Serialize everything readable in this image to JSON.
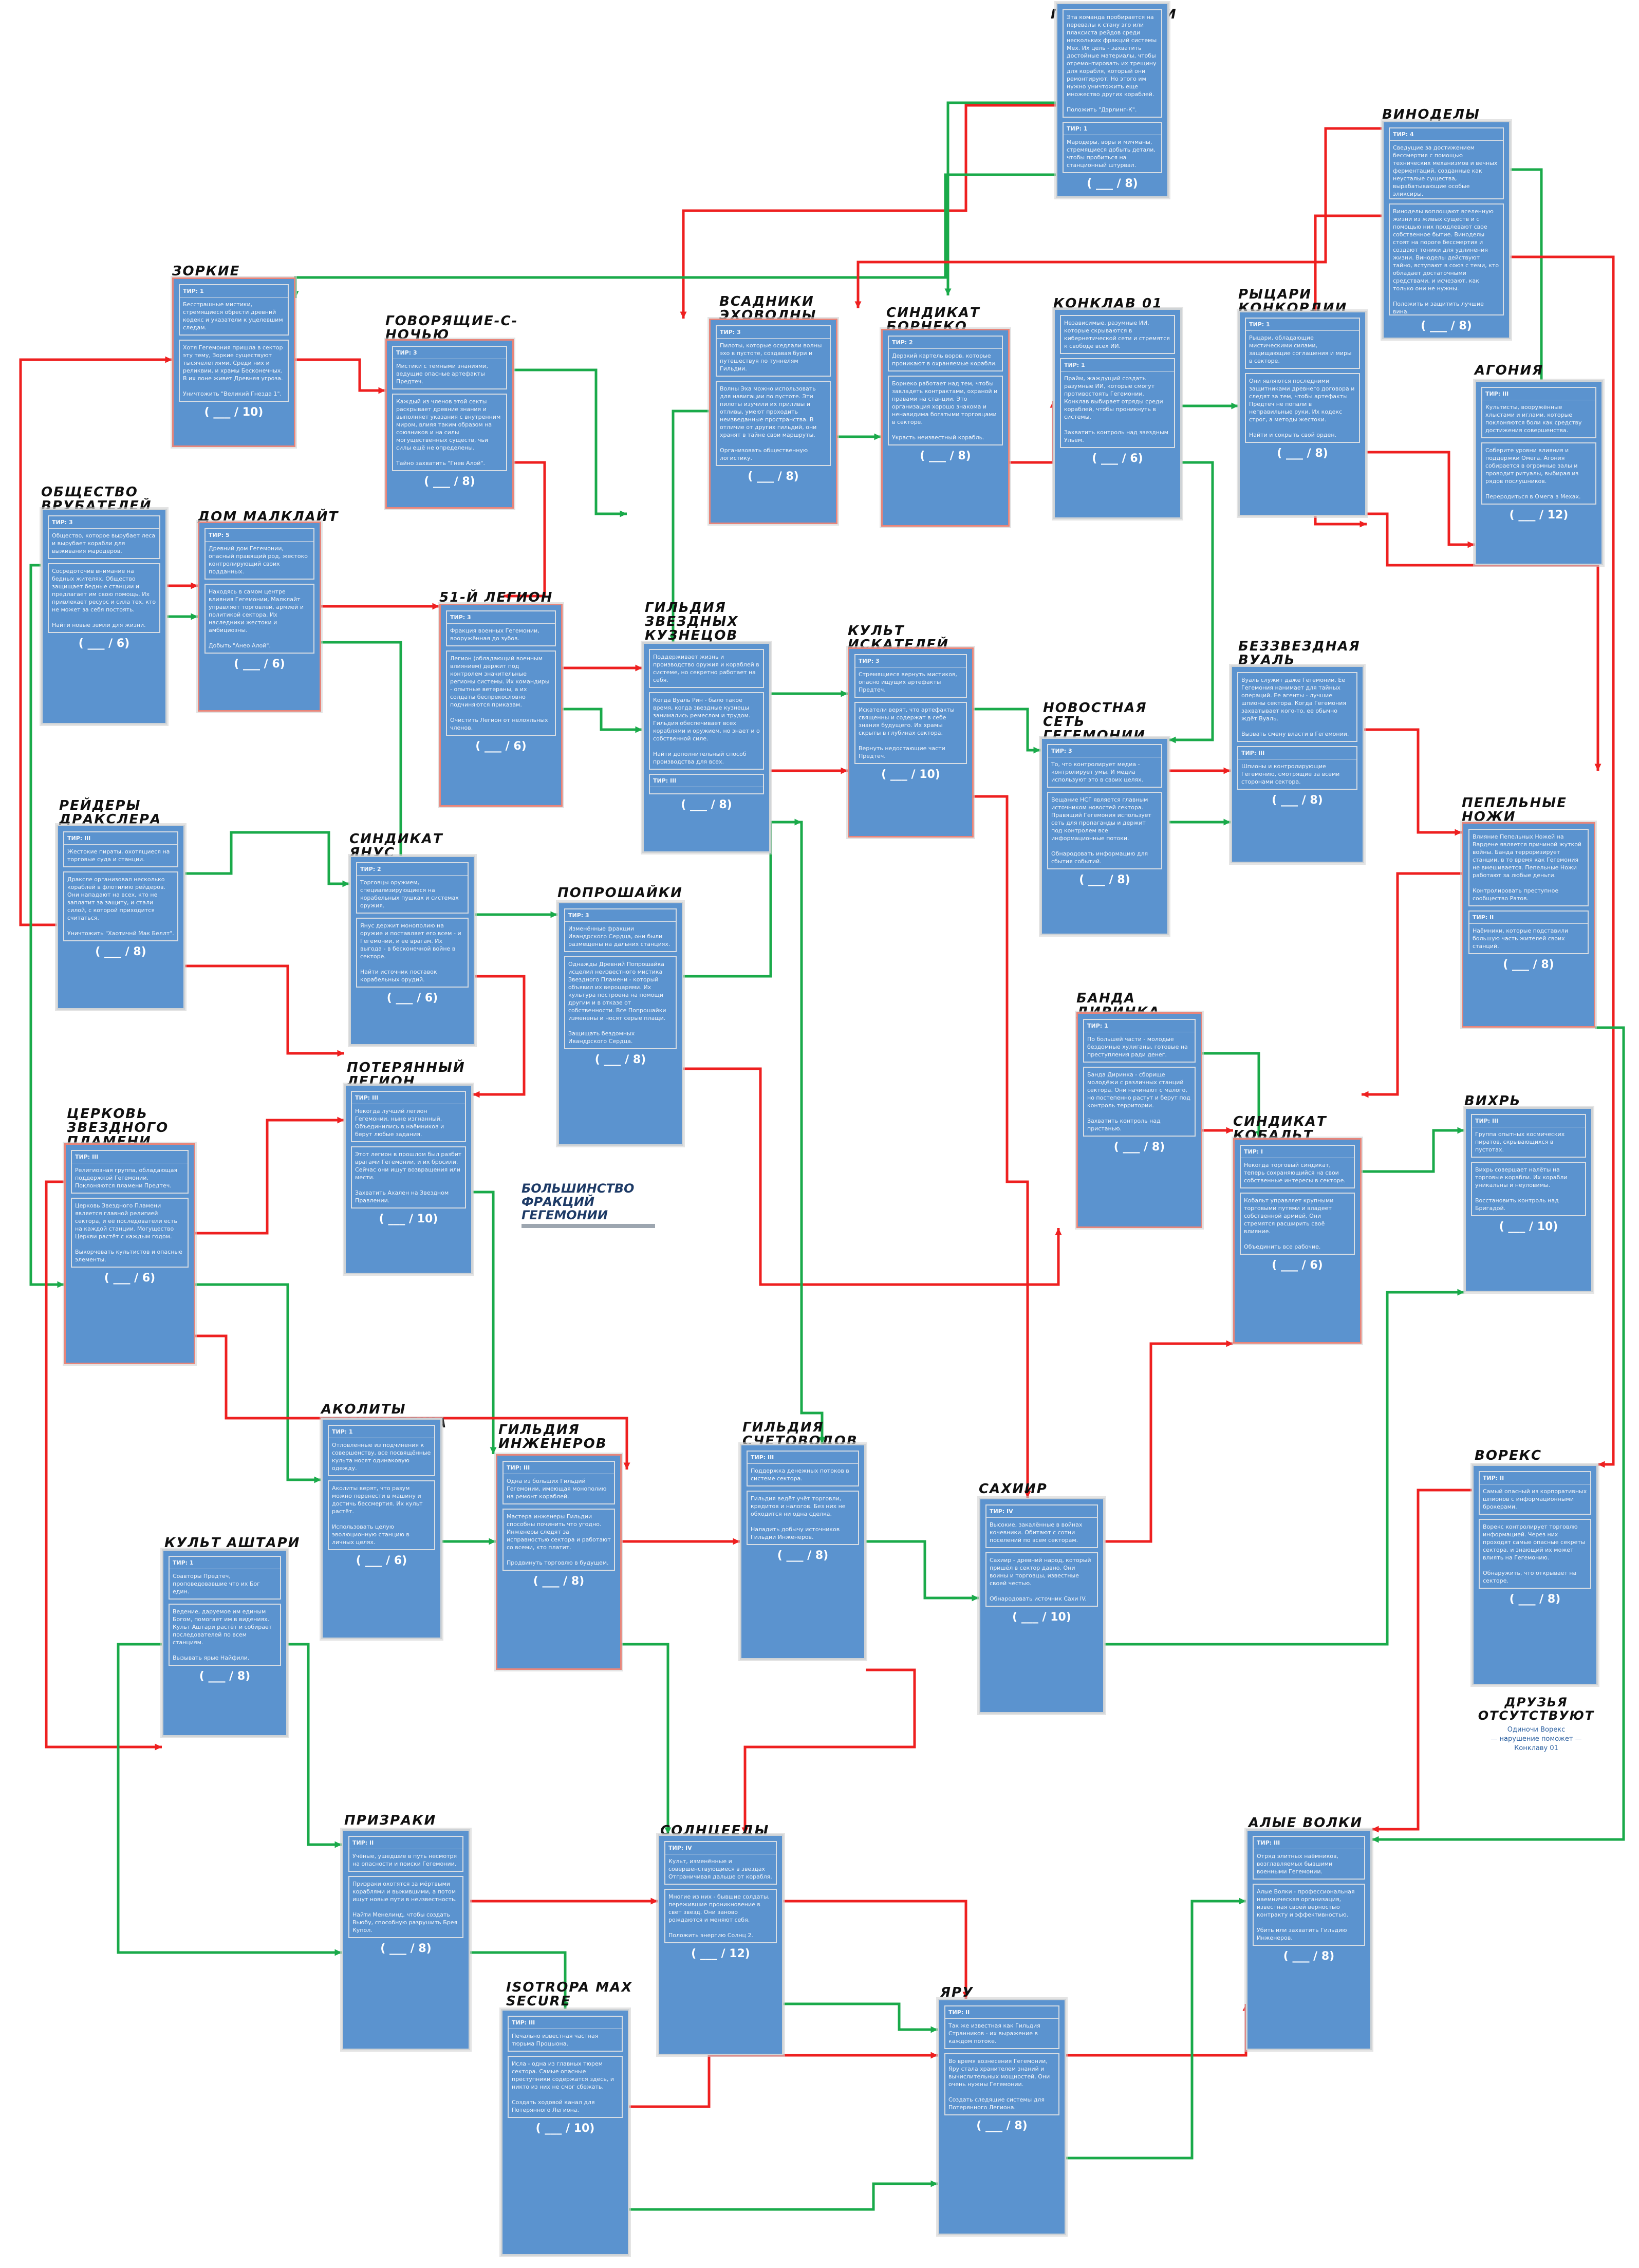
{
  "groups": [
    {
      "id": "scavengers",
      "title": "ПАДАЛЬЩИКИ",
      "red": false,
      "blocks": [
        {
          "tier": "",
          "text": "Эта команда пробирается на перевалы к стану эго или плаксиста рейдов среди нескольких фракций системы Мех. Их цель - захватить достойные материалы, чтобы отремонтировать их трещину для корабля, который они ремонтируют. Но этого им нужно уничтожить еще множество других кораблей.\n\nПоложить \"Дэрлинг-К\"."
        },
        {
          "tier": "ТИР: 1",
          "text": "Мародеры, воры и мичманы, стремящиеся добыть детали, чтобы пробиться на станционный штурвал."
        }
      ],
      "score": "( ___ / 8)"
    },
    {
      "id": "vintners",
      "title": "ВИНОДЕЛЫ",
      "red": false,
      "blocks": [
        {
          "tier": "ТИР: 4",
          "text": "Сведущие за достижением бессмертия с помощью технических механизмов и вечных ферментаций, созданные как неусталые существа, вырабатывающие особые эликсиры."
        },
        {
          "tier": "",
          "text": "Виноделы воплощают вселенную жизни из живых существ и с помощью них продлевают свое собственное бытие. Виноделы стоят на пороге бессмертия и создают тоники для удлинения жизни. Виноделы действуют тайно, вступают в союз с теми, кто обладает достаточными средствами, и исчезают, как только они не нужны.\n\nПоложить и защитить лучшие вина."
        }
      ],
      "score": "( ___ / 8)"
    },
    {
      "id": "keen",
      "title": "ЗОРКИЕ",
      "red": true,
      "blocks": [
        {
          "tier": "ТИР: 1",
          "text": "Бесстрашные мистики, стремящиеся обрести древний кодекс и указатели к уцелевшим следам."
        },
        {
          "tier": "",
          "text": "Хотя Гегемония пришла в сектор эту тему, Зоркие существуют тысячелетиями. Среди них и реликвии, и храмы Бесконечных. В их лоне живет Древняя угроза.\n\nУничтожить \"Великий Гнезда 1\"."
        }
      ],
      "score": "( ___ / 10)"
    },
    {
      "id": "night_speakers",
      "title": "ГОВОРЯЩИЕ-С-\nНОЧЬЮ",
      "red": true,
      "blocks": [
        {
          "tier": "ТИР: 3",
          "text": "Мистики с темными знаниями, ведущие опасные артефакты Предтеч."
        },
        {
          "tier": "",
          "text": "Каждый из членов этой секты раскрывает древние знания и выполняет указания с внутренним миром, влияя таким образом на союзников и на силы могущественных существ, чьи силы ещё не определены.\n\nТайно захватить \"Гнев Алой\"."
        }
      ],
      "score": "( ___ / 8)"
    },
    {
      "id": "riders_void",
      "title": "ВСАДНИКИ\nЭХОВОЛНЫ",
      "red": true,
      "blocks": [
        {
          "tier": "ТИР: 3",
          "text": "Пилоты, которые оседлали волны эхо в пустоте, создавая бури и путешествуя по туннелям Гильдии."
        },
        {
          "tier": "",
          "text": "Волны Эха можно использовать для навигации по пустоте. Эти пилоты изучили их приливы и отливы, умеют проходить неизведанные пространства. В отличие от других гильдий, они хранят в тайне свои маршруты.\n\nОрганизовать общественную логистику."
        }
      ],
      "score": "( ___ / 8)"
    },
    {
      "id": "syndicate_forneck",
      "title": "СИНДИКАТ\nБОРНЕКО",
      "red": true,
      "blocks": [
        {
          "tier": "ТИР: 2",
          "text": "Дерзкий картель воров, которые проникают в охраняемые корабли."
        },
        {
          "tier": "",
          "text": "Борнеко работает над тем, чтобы завладеть контрактами, охраной и правами на станции. Это организация хорошо знакома и ненавидима богатыми торговцами в секторе.\n\nУкрасть неизвестный корабль."
        }
      ],
      "score": "( ___ / 8)"
    },
    {
      "id": "conclave01",
      "title": "КОНКЛАВ 01",
      "red": false,
      "blocks": [
        {
          "tier": "",
          "text": "Независимые, разумные ИИ, которые скрываются в кибернетической сети и стремятся к свободе всех ИИ."
        },
        {
          "tier": "ТИР: 1",
          "text": "Прайм, жаждущий создать разумные ИИ, которые смогут противостоять Гегемонии. Конклав выбирает отряды среди кораблей, чтобы проникнуть в системы.\n\nЗахватить контроль над звездным Ульем."
        }
      ],
      "score": "( ___ / 6)"
    },
    {
      "id": "knights_concordia",
      "title": "РЫЦАРИ\nКОНКОРДИИ",
      "red": false,
      "blocks": [
        {
          "tier": "ТИР: 1",
          "text": "Рыцари, обладающие мистическими силами, защищающие соглашения и миры в секторе."
        },
        {
          "tier": "",
          "text": "Они являются последними защитниками древнего договора и следят за тем, чтобы артефакты Предтеч не попали в неправильные руки. Их кодекс строг, а методы жестоки.\n\nНайти и сокрыть свой орден."
        }
      ],
      "score": "( ___ / 8)"
    },
    {
      "id": "agony",
      "title": "АГОНИЯ",
      "red": false,
      "blocks": [
        {
          "tier": "ТИР: III",
          "text": "Культисты, вооружённые хлыстами и иглами, которые поклоняются боли как средству достижения совершенства."
        },
        {
          "tier": "",
          "text": "Соберите уровни влияния и поддержки Омега. Агония собирается в огромные залы и проводит ритуалы, выбирая из рядов послушников.\n\nПереродиться в Омега в Мехах."
        }
      ],
      "score": "( ___ / 12)"
    },
    {
      "id": "society_ruin",
      "title": "ОБЩЕСТВО\nВРУБАТЕЛЕЙ",
      "red": false,
      "blocks": [
        {
          "tier": "ТИР: 3",
          "text": "Общество, которое вырубает леса и вырубает корабли для выживания мародёров."
        },
        {
          "tier": "",
          "text": "Сосредоточив внимание на бедных жителях, Общество защищает бедные станции и предлагает им свою помощь. Их привлекает ресурс и сила тех, кто не может за себя постоять.\n\nНайти новые земли для жизни."
        }
      ],
      "score": "( ___ / 6)"
    },
    {
      "id": "house_malklait",
      "title": "ДОМ МАЛКЛАЙТ",
      "red": true,
      "blocks": [
        {
          "tier": "ТИР: 5",
          "text": "Древний дом Гегемонии, опасный правящий род, жестоко контролирующий своих подданных."
        },
        {
          "tier": "",
          "text": "Находясь в самом центре влияния Гегемонии, Малклайт управляет торговлей, армией и политикой сектора. Их наследники жестоки и амбициозны.\n\nДобыть \"Анео Алой\"."
        }
      ],
      "score": "( ___ / 6)"
    },
    {
      "id": "legion51",
      "title": "51-Й ЛЕГИОН",
      "red": true,
      "blocks": [
        {
          "tier": "ТИР: 3",
          "text": "Фракция военных Гегемонии, вооружённая до зубов."
        },
        {
          "tier": "",
          "text": "Легион (обладающий военным влиянием) держит под контролем значительные регионы системы. Их командиры - опытные ветераны, а их солдаты беспрекословно подчиняются приказам.\n\nОчистить Легион от нелояльных членов."
        }
      ],
      "score": "( ___ / 6)"
    },
    {
      "id": "guild_star_smiths",
      "title": "ГИЛЬДИЯ\nЗВЕЗДНЫХ\nКУЗНЕЦОВ",
      "red": false,
      "blocks": [
        {
          "tier": "",
          "text": "Поддерживает жизнь и производство оружия и кораблей в системе, но секретно работает на себя."
        },
        {
          "tier": "",
          "text": "Когда Вуаль Рин - было такое время, когда звездные кузнецы занимались ремеслом и трудом. Гильдия обеспечивает всех кораблями и оружием, но знает и о собственной силе.\n\nНайти дополнительный способ производства для всех."
        },
        {
          "tier": "ТИР: III",
          "text": ""
        }
      ],
      "score": "( ___ / 8)"
    },
    {
      "id": "cult_seekers",
      "title": "КУЛЬТ\nИСКАТЕЛЕЙ",
      "red": true,
      "blocks": [
        {
          "tier": "ТИР: 3",
          "text": "Стремящиеся вернуть мистиков, опасно ищущих артефакты Предтеч."
        },
        {
          "tier": "",
          "text": "Искатели верят, что артефакты священны и содержат в себе знания будущего. Их храмы скрыты в глубинах сектора.\n\nВернуть недостающие части Предтеч."
        }
      ],
      "score": "( ___ / 10)"
    },
    {
      "id": "starless_veil",
      "title": "БЕЗЗВЕЗДНАЯ\nВУАЛЬ",
      "red": false,
      "blocks": [
        {
          "tier": "",
          "text": "Вуаль служит даже Гегемонии. Ее Гегемония нанимает для тайных операций. Ее агенты - лучшие шпионы сектора. Когда Гегемония захватывает кого-то, ее обычно ждёт Вуаль.\n\nВызвать смену власти в Гегемонии."
        },
        {
          "tier": "ТИР: III",
          "text": "Шпионы и контролирующие Гегемонию, смотрящие за всеми сторонами сектора."
        }
      ],
      "score": "( ___ / 8)"
    },
    {
      "id": "news_network",
      "title": "НОВОСТНАЯ\nСЕТЬ\nГЕГЕМОНИИ",
      "red": false,
      "blocks": [
        {
          "tier": "ТИР: 3",
          "text": "То, что контролирует медиа - контролирует умы. И медиа используют это в своих целях."
        },
        {
          "tier": "",
          "text": "Вещание НСГ является главным источником новостей сектора. Правящий Гегемония использует сеть для пропаганды и держит под контролем все информационные потоки.\n\nОбнародовать информацию для сбытия событий."
        }
      ],
      "score": "( ___ / 8)"
    },
    {
      "id": "raiders_draxler",
      "title": "РЕЙДЕРЫ\nДРАКСЛЕРА",
      "red": false,
      "blocks": [
        {
          "tier": "ТИР: III",
          "text": "Жестокие пираты, охотящиеся на торговые суда и станции."
        },
        {
          "tier": "",
          "text": "Драксле организовал несколько кораблей в флотилию рейдеров. Они нападают на всех, кто не заплатит за защиту, и стали силой, с которой приходится считаться.\n\nУничтожить \"Хаотичнй Мак Беллт\"."
        }
      ],
      "score": "( ___ / 8)"
    },
    {
      "id": "syndicate_janus",
      "title": "СИНДИКАТ\nЯНУС",
      "red": false,
      "blocks": [
        {
          "tier": "ТИР: 2",
          "text": "Торговцы оружием, специализирующиеся на корабельных пушках и системах оружия."
        },
        {
          "tier": "",
          "text": "Янус держит монополию на оружие и поставляет его всем - и Гегемонии, и ее врагам. Их выгода - в бесконечной войне в секторе.\n\nНайти источник поставок корабельных орудий."
        }
      ],
      "score": "( ___ / 6)"
    },
    {
      "id": "beggars",
      "title": "ПОПРОШАЙКИ",
      "red": false,
      "blocks": [
        {
          "tier": "ТИР: 3",
          "text": "Изменённые фракции Ивандрского Сердца, они были размещены на дальних станциях."
        },
        {
          "tier": "",
          "text": "Однажды Древний Попрошайка исцелил неизвестного мистика Звездного Пламени - который объявил их вероцарями. Их культура построена на помощи другим и в отказе от собственности. Все Попрошайки изменены и носят серые плащи.\n\nЗащищать бездомных Ивандрского Сердца."
        }
      ],
      "score": "( ___ / 8)"
    },
    {
      "id": "dirinka",
      "title": "БАНДА\nДИРИНКА",
      "red": true,
      "blocks": [
        {
          "tier": "ТИР: 1",
          "text": "По большей части - молодые бездомные хулиганы, готовые на преступления ради денег."
        },
        {
          "tier": "",
          "text": "Банда Диринка - сборище молодёжи с различных станций сектора. Они начинают с малого, но постепенно растут и берут под контроль территории.\n\nЗахватить контроль над пристанью."
        }
      ],
      "score": "( ___ / 8)"
    },
    {
      "id": "ash_knives",
      "title": "ПЕПЕЛЬНЫЕ\nНОЖИ",
      "red": true,
      "blocks": [
        {
          "tier": "",
          "text": "Влияние Пепельных Ножей на Вардене является причиной жуткой войны. Банда терроризирует станции, в то время как Гегемония не вмешивается. Пепельные Ножи работают за любые деньги.\n\nКонтролировать преступное сообщество Ратов."
        },
        {
          "tier": "ТИР: II",
          "text": "Наёмники, которые подставили большую часть жителей своих станций."
        }
      ],
      "score": "( ___ / 8)"
    },
    {
      "id": "lost_legion",
      "title": "ПОТЕРЯННЫЙ\nЛЕГИОН",
      "red": false,
      "blocks": [
        {
          "tier": "ТИР: III",
          "text": "Некогда лучший легион Гегемонии, ныне изгнанный. Объединились в наёмников и берут любые задания."
        },
        {
          "tier": "",
          "text": "Этот легион в прошлом был разбит врагами Гегемонии, и их бросили. Сейчас они ищут возвращения или мести.\n\nЗахватить Ахален на Звездном Правлении."
        }
      ],
      "score": "( ___ / 10)"
    },
    {
      "id": "church_star_flame",
      "title": "ЦЕРКОВЬ\nЗВЕЗДНОГО\nПЛАМЕНИ",
      "red": true,
      "blocks": [
        {
          "tier": "ТИР: III",
          "text": "Религиозная группа, обладающая поддержкой Гегемонии. Поклоняются пламени Предтеч."
        },
        {
          "tier": "",
          "text": "Церковь Звездного Пламени является главной религией сектора, и её последователи есть на каждой станции. Могущество Церкви растёт с каждым годом.\n\nВыкорчевать культистов и опасные элементы."
        }
      ],
      "score": "( ___ / 6)"
    },
    {
      "id": "syndicate_cobalt",
      "title": "СИНДИКАТ\nКОБАЛЬТ",
      "red": true,
      "blocks": [
        {
          "tier": "ТИР: I",
          "text": "Некогда торговый синдикат, теперь сохраняющийся на свои собственные интересы в секторе."
        },
        {
          "tier": "",
          "text": "Кобальт управляет крупными торговыми путями и владеет собственной армией. Они стремятся расширить своё влияние.\n\nОбъединить все рабочие."
        }
      ],
      "score": "( ___ / 6)"
    },
    {
      "id": "vortex",
      "title": "ВИХРЬ",
      "red": false,
      "blocks": [
        {
          "tier": "ТИР: III",
          "text": "Группа опытных космических пиратов, скрывающихся в пустотах."
        },
        {
          "tier": "",
          "text": "Вихрь совершает налёты на торговые корабли. Их корабли уникальны и неуловимы.\n\nВосстановить контроль над Бригадой."
        }
      ],
      "score": "( ___ / 10)"
    },
    {
      "id": "acolytes",
      "title": "АКОЛИТЫ\nБРАШКАДЕША",
      "red": false,
      "blocks": [
        {
          "tier": "ТИР: 1",
          "text": "Отловленные из подчинения к совершенству, все посвящённые культа носят одинаковую одежду."
        },
        {
          "tier": "",
          "text": "Аколиты верят, что разум можно перенести в машину и достичь бессмертия. Их культ растёт.\n\nИспользовать целую эволюционную станцию в личных целях."
        }
      ],
      "score": "( ___ / 6)"
    },
    {
      "id": "guild_engineers",
      "title": "ГИЛЬДИЯ\nИНЖЕНЕРОВ",
      "red": true,
      "blocks": [
        {
          "tier": "ТИР: III",
          "text": "Одна из больших Гильдий Гегемонии, имеющая монополию на ремонт кораблей."
        },
        {
          "tier": "",
          "text": "Мастера инженеры Гильдии способны починить что угодно. Инженеры следят за исправностью сектора и работают со всеми, кто платит.\n\nПродвинуть торговлю в будущем."
        }
      ],
      "score": "( ___ / 8)"
    },
    {
      "id": "guild_counters",
      "title": "ГИЛЬДИЯ\nСЧЕТОВОДОВ",
      "red": false,
      "blocks": [
        {
          "tier": "ТИР: III",
          "text": "Поддержка денежных потоков в системе сектора."
        },
        {
          "tier": "",
          "text": "Гильдия ведёт учёт торговли, кредитов и налогов. Без них не обходится ни одна сделка.\n\nНаладить добычу источников Гильдии Инженеров."
        }
      ],
      "score": "( ___ / 8)"
    },
    {
      "id": "cult_ashtari",
      "title": "КУЛЬТ АШТАРИ",
      "red": false,
      "blocks": [
        {
          "tier": "ТИР: 1",
          "text": "Соавторы Предтеч, проповедовавшие что их Бог един."
        },
        {
          "tier": "",
          "text": "Ведение, даруемое им единым Богом, помогает им в видениях. Культ Аштари растёт и собирает последователей по всем станциям.\n\nВызывать ярые Найфили."
        }
      ],
      "score": "( ___ / 8)"
    },
    {
      "id": "sakhir",
      "title": "САХИИР",
      "red": false,
      "blocks": [
        {
          "tier": "ТИР: IV",
          "text": "Высокие, закалённые в войнах кочевники. Обитают с сотни поселений по всем секторам."
        },
        {
          "tier": "",
          "text": "Сахиир - древний народ, который пришёл в сектор давно. Они воины и торговцы, известные своей честью.\n\nОбнародовать источник Сахи IV."
        }
      ],
      "score": "( ___ / 10)"
    },
    {
      "id": "worex",
      "title": "ВОРЕКС",
      "red": false,
      "blocks": [
        {
          "tier": "ТИР: II",
          "text": "Самый опасный из корпоративных шпионов с информационными брокерами."
        },
        {
          "tier": "",
          "text": "Ворекс контролирует торговлю информацией. Через них проходят самые опасные секреты сектора, и знающий их может влиять на Гегемонию.\n\nОбнаружить, что открывает на секторе."
        }
      ],
      "score": "( ___ / 8)"
    },
    {
      "id": "ghosts",
      "title": "ПРИЗРАКИ",
      "red": false,
      "blocks": [
        {
          "tier": "ТИР: II",
          "text": "Учёные, ушедшие в путь несмотря на опасности и поиски Гегемонии."
        },
        {
          "tier": "",
          "text": "Призраки охотятся за мёртвыми кораблями и выжившими, а потом ищут новые пути в неизвестность.\n\nНайти Менелинд, чтобы создать Вьюбу, способную разрушить Брея Купол."
        }
      ],
      "score": "( ___ / 8)"
    },
    {
      "id": "sun_eaters",
      "title": "СОЛНЦЕЕДЫ",
      "red": false,
      "blocks": [
        {
          "tier": "ТИР: IV",
          "text": "Культ, изменённые и совершенствующиеся в звездах Отграничивая дальше от корабля."
        },
        {
          "tier": "",
          "text": "Многие из них - бывшие солдаты, пережившие проникновение в свет звезд. Они заново рождаются и меняют себя.\n\nПоложить энергию Солнц 2."
        }
      ],
      "score": "( ___ / 12)"
    },
    {
      "id": "crimson_wolves",
      "title": "АЛЫЕ ВОЛКИ",
      "red": false,
      "blocks": [
        {
          "tier": "ТИР: III",
          "text": "Отряд элитных наёмников, возглавляемых бывшими военными Гегемонии."
        },
        {
          "tier": "",
          "text": "Алые Волки - профессиональная наемническая организация, известная своей верностью контракту и эффективностью.\n\nУбить или захватить Гильдию Инженеров."
        }
      ],
      "score": "( ___ / 8)"
    },
    {
      "id": "isotropa",
      "title": "ISOTROPA MAX\nSECURE",
      "red": false,
      "blocks": [
        {
          "tier": "ТИР: III",
          "text": "Печально известная частная тюрьма Процыона."
        },
        {
          "tier": "",
          "text": "Исла - одна из главных тюрем сектора. Самые опасные преступники содержатся здесь, и никто из них не смог сбежать.\n\nСоздать ходовой канал для Потерянного Легиона."
        }
      ],
      "score": "( ___ / 10)"
    },
    {
      "id": "yaru",
      "title": "ЯРУ",
      "red": false,
      "blocks": [
        {
          "tier": "ТИР: II",
          "text": "Так же известная как Гильдия Странников - их выражение в каждом потоке."
        },
        {
          "tier": "",
          "text": "Во время вознесения Гегемонии, Яру стала хранителем знаний и вычислительных мощностей. Они очень нужны Гегемонии.\n\nСоздать следящие системы для Потерянного Легиона."
        }
      ],
      "score": "( ___ / 8)"
    }
  ],
  "majority_label": "БОЛЬШИНСТВО\nФРАКЦИЙ\nГЕГЕМОНИИ",
  "friends": {
    "title": "ДРУЗЬЯ\nОТСУТСТВУЮТ",
    "lines": [
      "Одиночи Ворекс",
      "— нарушение поможет —",
      "Конклаву 01"
    ]
  },
  "legend_colors": {
    "allied": "#1aaa4a",
    "hostile": "#ee2020"
  }
}
